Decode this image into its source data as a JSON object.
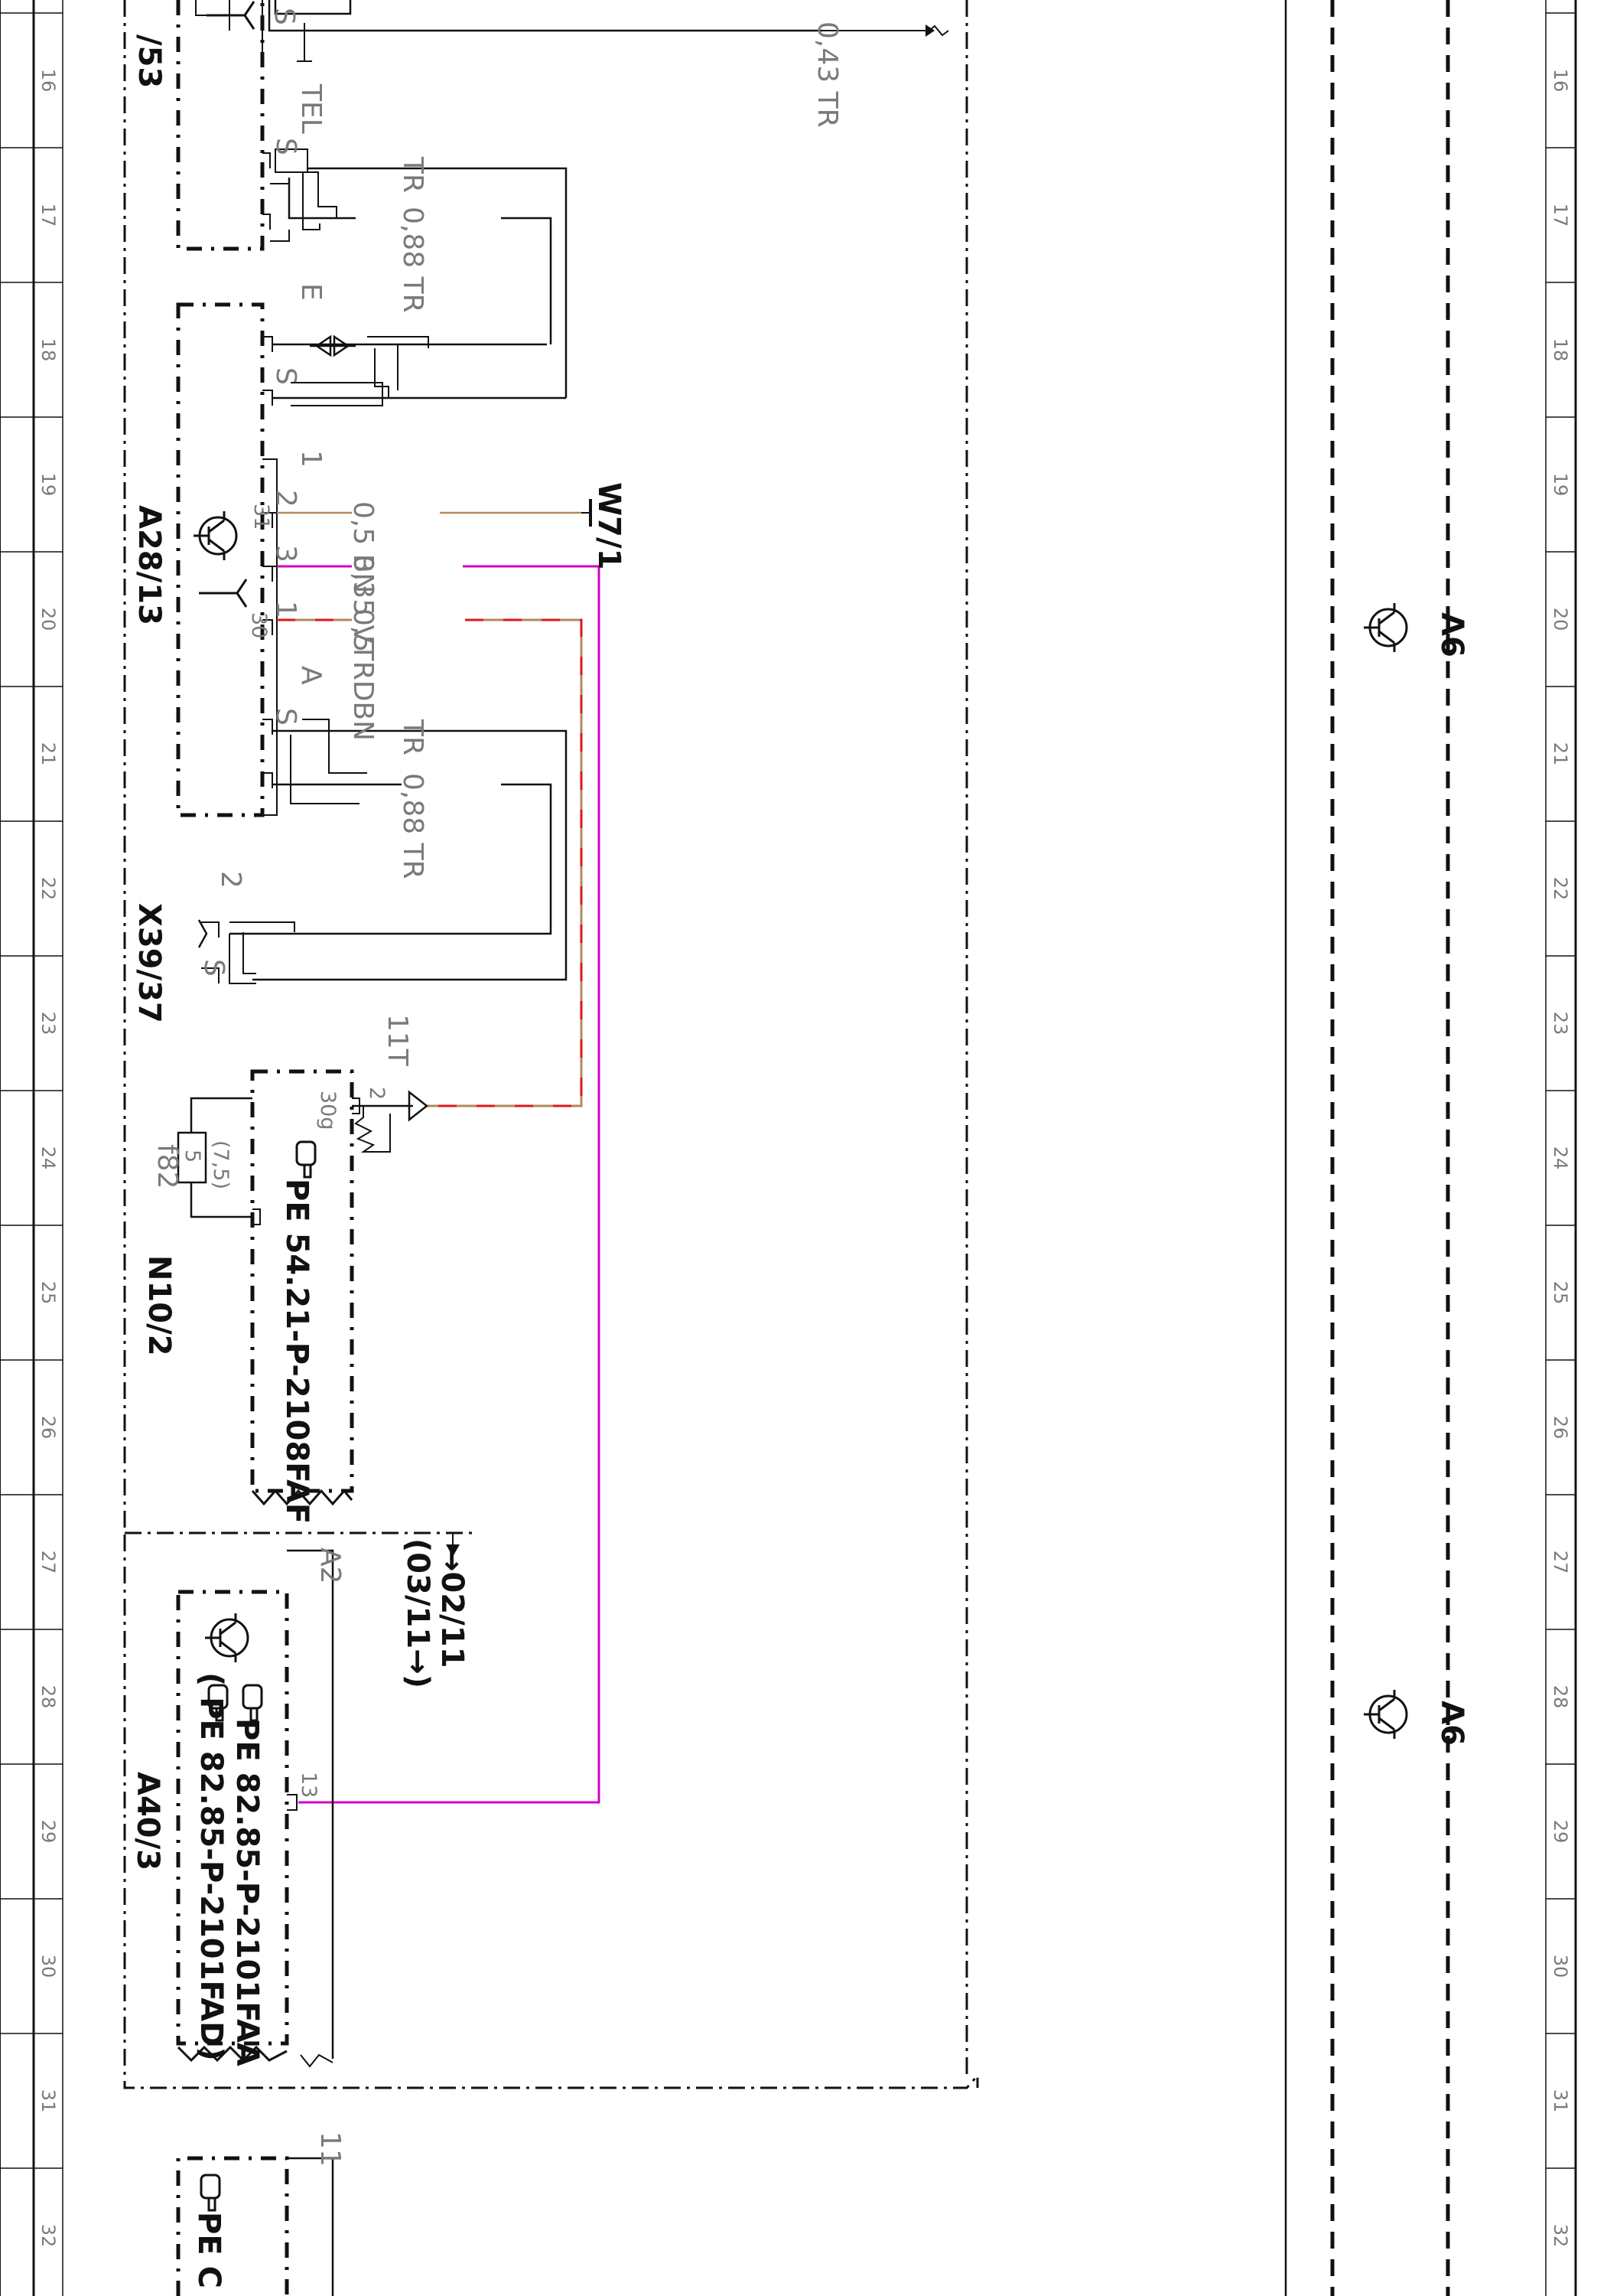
{
  "grid": {
    "row_numbers": [
      "16",
      "17",
      "18",
      "19",
      "20",
      "21",
      "22",
      "23",
      "24",
      "25",
      "26",
      "27",
      "28",
      "29",
      "30",
      "31",
      "32"
    ]
  },
  "colors": {
    "brown": "#b08a5c",
    "violet": "#d100c8",
    "red": "#e01515",
    "wire_black": "#111111",
    "label_gray": "#7a7a7a"
  },
  "components": {
    "top_partial": "/53",
    "a28_13": "A28/13",
    "x39_37": "X39/37",
    "n10_2": "N10/2",
    "a40_3": "A40/3",
    "w7_1": "W7/1",
    "a6_upper": "A6",
    "a6_lower": "A6"
  },
  "wires": {
    "top_tr": "0,43  TR",
    "tel_tr": "TR",
    "tel_088": "0,88  TR",
    "bn": "0,5  BN",
    "vt": "0,35  VT",
    "rdbn": "0,5  RDBN",
    "a_tr": "TR",
    "a_088": "0,88  TR"
  },
  "pins": {
    "s_top": "S",
    "tel": "TEL",
    "s_tel": "S",
    "e": "E",
    "s_e": "S",
    "p1": "1",
    "p2": "2",
    "p31": "31",
    "p3": "3",
    "p1b": "1",
    "p30": "30",
    "a": "A",
    "s_a": "S",
    "x2": "2",
    "s_x": "S",
    "p11t": "11T",
    "p2n": "2",
    "p30g": "30g",
    "fuse_amp": "(7,5)",
    "fuse_no": "5",
    "f182": "f82",
    "a2": "A2",
    "p13": "13",
    "p11": "11"
  },
  "references": {
    "pe_n10": "PE  54.21-P-2108FAF",
    "pe_a40_1": "PE  82.85-P-2101FAA",
    "pe_a40_2": "(      PE  82.85-P-2101FAD)",
    "pe_bottom": "PE  C",
    "date_from": "→02/11",
    "date_to": "(03/11→)"
  },
  "icons": [
    "transistor-icon",
    "antenna-icon",
    "hand-pointer-icon"
  ]
}
